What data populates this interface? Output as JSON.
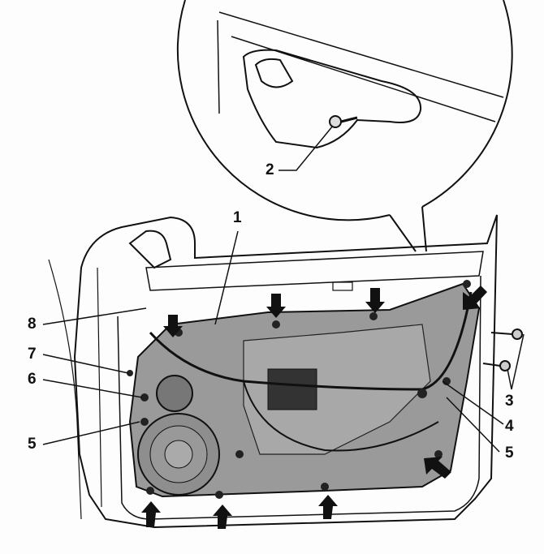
{
  "diagram": {
    "callouts": [
      {
        "id": "1",
        "text": "1"
      },
      {
        "id": "2",
        "text": "2"
      },
      {
        "id": "3",
        "text": "3"
      },
      {
        "id": "4",
        "text": "4"
      },
      {
        "id": "5a",
        "text": "5"
      },
      {
        "id": "5b",
        "text": "5"
      },
      {
        "id": "6",
        "text": "6"
      },
      {
        "id": "7",
        "text": "7"
      },
      {
        "id": "8",
        "text": "8"
      }
    ],
    "colors": {
      "line": "#111111",
      "panel": "#9a9a9a",
      "background": "#fdfdfd"
    }
  }
}
